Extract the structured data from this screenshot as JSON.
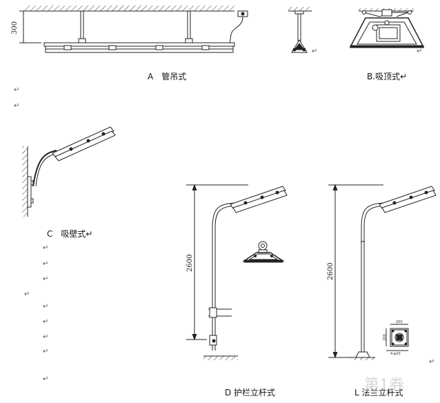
{
  "labels": {
    "pipe_pendant": "A　管吊式",
    "ceiling_mount": "B.吸顶式↵",
    "wall_mount": "C　吸壁式↵",
    "guardrail_pole": "D 护栏立杆式",
    "flange_pole": "L 法兰立杆式"
  },
  "dimensions": {
    "pendant_height": "300",
    "guardrail_pole_height": "2600",
    "flange_pole_height": "2600",
    "flange_plate_width": "200",
    "flange_plate_height": "200",
    "flange_bolt_spec": "4-φ20"
  },
  "paragraph_mark": "↵",
  "watermark": "第1券",
  "colors": {
    "line": "#222222",
    "hatch": "#333333",
    "watermark": "#c8c8c8"
  }
}
